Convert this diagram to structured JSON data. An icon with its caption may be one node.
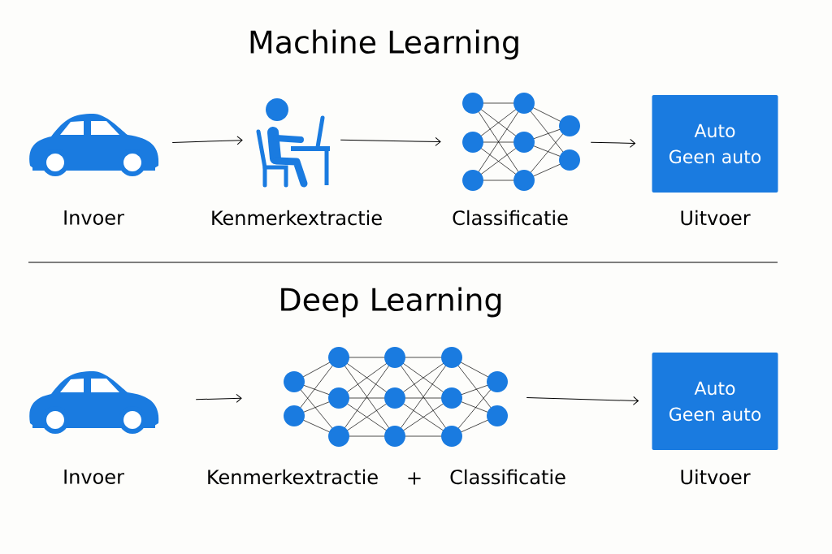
{
  "diagram": {
    "nodes": [
      {
        "text": [],
        "shape": "picture",
        "beside": [
          "Invoer"
        ]
      },
      {
        "text": [],
        "shape": "picture",
        "beside": [
          "Kenmerkextractie"
        ]
      },
      {
        "text": [],
        "shape": "picture",
        "beside": [
          "Classificatie"
        ]
      },
      {
        "text": [
          "Auto",
          "Geen auto"
        ],
        "beside": [
          "Uitvoer"
        ]
      },
      {
        "text": [],
        "shape": "picture",
        "beside": [
          "Invoer"
        ]
      },
      {
        "text": [],
        "shape": "picture",
        "beside": [
          "Kenmerkextractie",
          "+",
          "Classificatie"
        ]
      },
      {
        "text": [
          "Auto",
          "Geen auto"
        ],
        "beside": [
          "Uitvoer"
        ]
      }
    ],
    "edges": [
      {
        "from": 0,
        "to": 1,
        "arrow": "to"
      },
      {
        "from": 1,
        "to": 2,
        "arrow": "to"
      },
      {
        "from": 2,
        "to": 3,
        "arrow": "to"
      },
      {
        "from": 4,
        "to": 5,
        "arrow": "to"
      },
      {
        "from": 5,
        "to": 6,
        "arrow": "to"
      }
    ],
    "labels": [
      "Machine Learning",
      "Deep Learning"
    ]
  }
}
